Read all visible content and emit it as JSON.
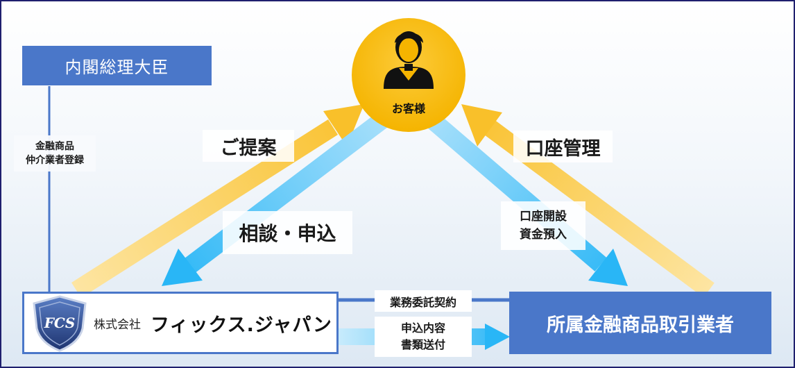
{
  "authority": {
    "label": "内閣総理大臣",
    "registration": "金融商品\n仲介業者登録"
  },
  "customer": {
    "label": "お客様"
  },
  "flows": {
    "proposal": "ご提案",
    "consult": "相談・申込",
    "account_management": "口座管理",
    "account_open": "口座開設\n資金預入",
    "business_contract": "業務委託契約",
    "document_send": "申込内容\n書類送付"
  },
  "company": {
    "logo_text": "FCS",
    "prefix": "株式会社",
    "name": "フィックス.ジャパン"
  },
  "broker": {
    "label": "所属金融商品取引業者"
  },
  "colors": {
    "blue": "#4a77c9",
    "gold": "#f9c02a",
    "gold_light": "#fbd872",
    "cyan": "#29b6f6",
    "cyan_light": "#8fd6fb"
  }
}
